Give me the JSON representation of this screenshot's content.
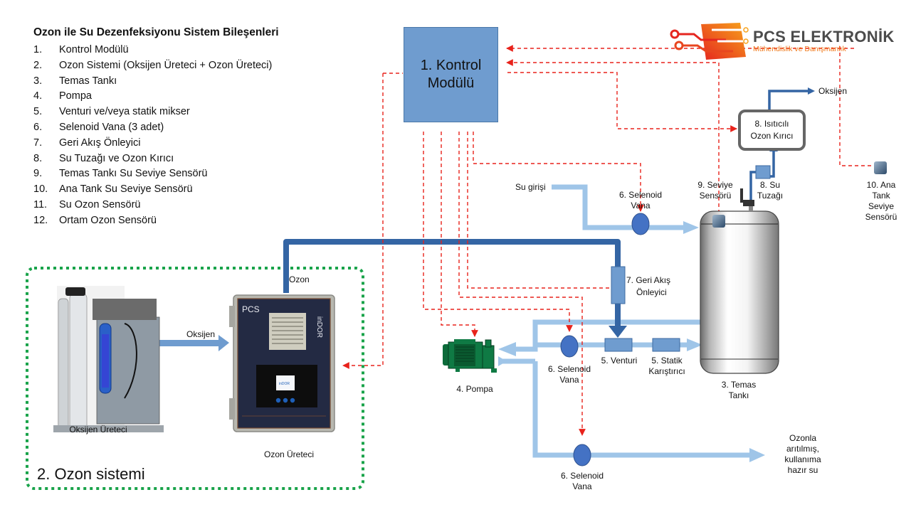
{
  "legend": {
    "title": "Ozon ile Su Dezenfeksiyonu Sistem Bileşenleri",
    "items": [
      {
        "num": "1.",
        "label": "Kontrol Modülü"
      },
      {
        "num": "2.",
        "label": "Ozon Sistemi (Oksijen Üreteci + Ozon Üreteci)"
      },
      {
        "num": "3.",
        "label": "Temas Tankı"
      },
      {
        "num": "4.",
        "label": "Pompa"
      },
      {
        "num": "5.",
        "label": "Venturi ve/veya statik mikser"
      },
      {
        "num": "6.",
        "label": "Selenoid Vana (3 adet)"
      },
      {
        "num": "7.",
        "label": "Geri Akış Önleyici"
      },
      {
        "num": "8.",
        "label": "Su Tuzağı ve Ozon Kırıcı"
      },
      {
        "num": "9.",
        "label": "Temas Tankı Su Seviye Sensörü"
      },
      {
        "num": "10.",
        "label": "Ana Tank Su Seviye Sensörü"
      },
      {
        "num": "11.",
        "label": "Su Ozon Sensörü"
      },
      {
        "num": "12.",
        "label": "Ortam Ozon Sensörü"
      }
    ]
  },
  "brand": {
    "name": "PCS ELEKTRONİK",
    "subtitle": "Mühendislik ve Danışmanlık",
    "colors": {
      "orange": "#f07a1c",
      "red": "#e5261f",
      "text": "#4b4b4b"
    }
  },
  "components": {
    "control_module": {
      "line1": "1. Kontrol",
      "line2": "Modülü"
    },
    "ozone_system": {
      "label": "2. Ozon sistemi"
    },
    "oxygen_generator": {
      "label": "Oksijen Üreteci"
    },
    "ozone_generator": {
      "label": "Ozon Üreteci",
      "brand": "PCS",
      "model": "inDOR"
    },
    "contact_tank": {
      "line1": "3. Temas",
      "line2": "Tankı"
    },
    "pump": {
      "label": "4. Pompa"
    },
    "venturi": {
      "label": "5. Venturi"
    },
    "static_mixer": {
      "line1": "5. Statik",
      "line2": "Karıştırıcı"
    },
    "valve_inlet": {
      "line1": "6. Selenoid",
      "line2": "Vana"
    },
    "valve_loop": {
      "line1": "6. Selenoid",
      "line2": "Vana"
    },
    "valve_outlet": {
      "line1": "6. Selenoid",
      "line2": "Vana"
    },
    "backflow": {
      "line1": "7. Geri Akış",
      "line2": "Önleyici"
    },
    "heater": {
      "line1": "8. Isıtıcılı",
      "line2": "Ozon Kırıcı"
    },
    "water_trap": {
      "line1": "8. Su",
      "line2": "Tuzağı"
    },
    "level_sensor": {
      "line1": "9. Seviye",
      "line2": "Sensörü"
    },
    "main_tank_sensor": {
      "line1": "10. Ana",
      "line2": "Tank",
      "line3": "Seviye",
      "line4": "Sensörü"
    }
  },
  "flow_labels": {
    "oxygen_in": "Oksijen",
    "ozone": "Ozon",
    "oxygen_out": "Oksijen",
    "water_inlet": "Su girişi",
    "treated_water": {
      "line1": "Ozonla",
      "line2": "arıtılmış,",
      "line3": "kullanıma",
      "line4": "hazır su"
    }
  },
  "colors": {
    "water_pipe": "#9fc5e8",
    "ozone_pipe": "#3465a4",
    "control_signal": "#e8221b",
    "valve": "#4472c4",
    "component_fill": "#6f9ccf",
    "system_border": "#19a34a"
  }
}
